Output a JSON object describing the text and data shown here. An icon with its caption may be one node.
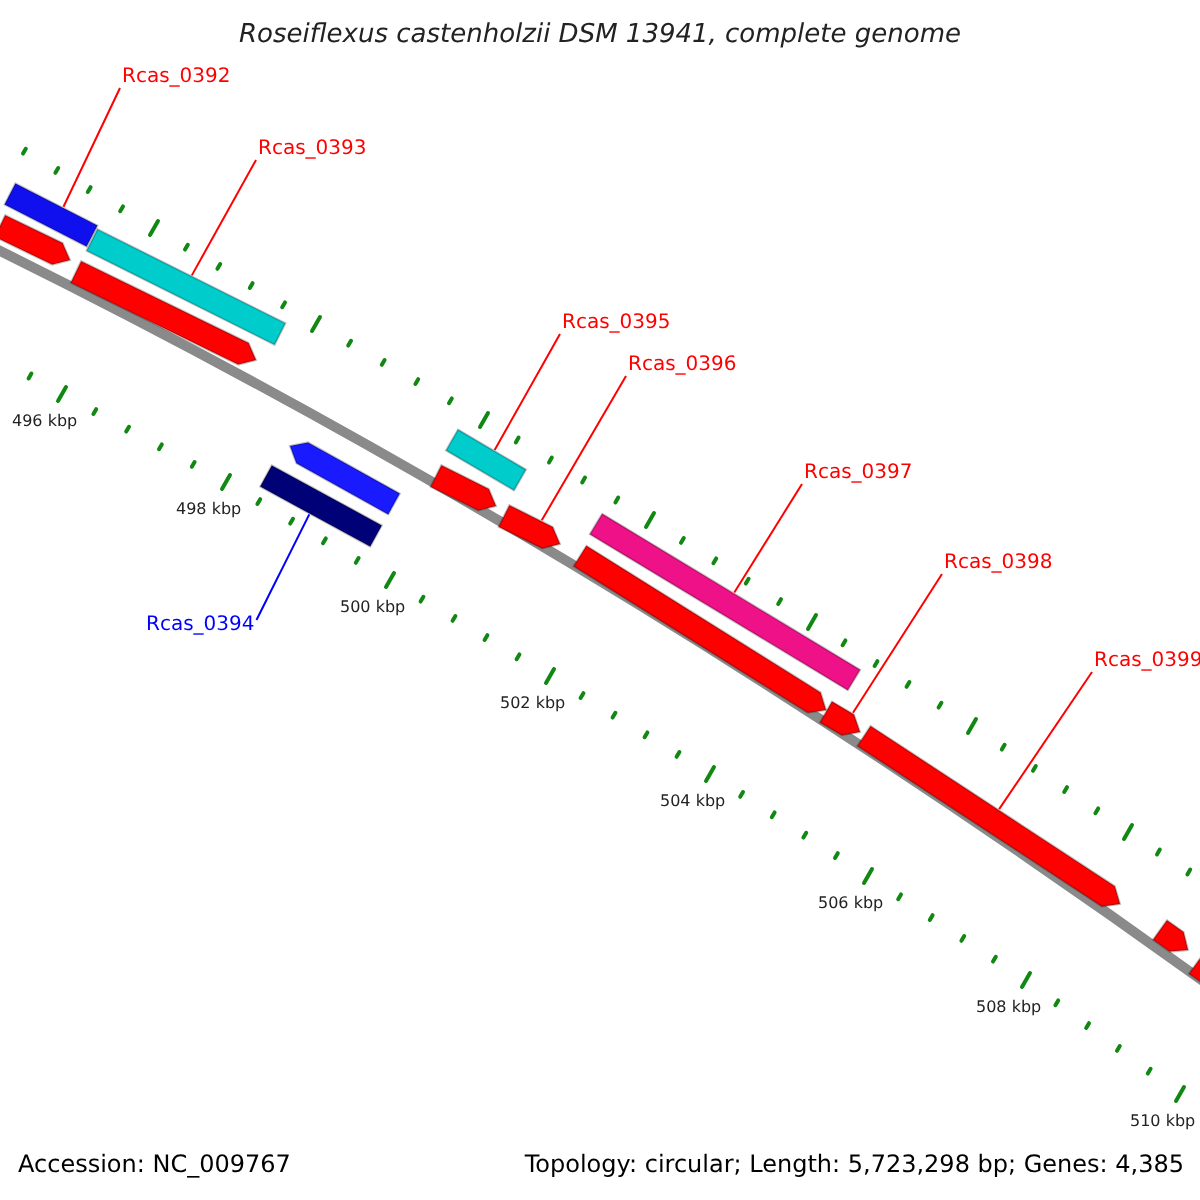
{
  "diagram": {
    "title": "Roseiflexus castenholzii DSM 13941, complete genome",
    "nodes": [
      {
        "text": [
          "Rcas_0392"
        ]
      },
      {
        "text": [
          "Rcas_0393"
        ]
      },
      {
        "text": [
          "Rcas_0395"
        ]
      },
      {
        "text": [
          "Rcas_0396"
        ]
      },
      {
        "text": [
          "Rcas_0397"
        ]
      },
      {
        "text": [
          "Rcas_0398"
        ]
      },
      {
        "text": [
          "Rcas_0394"
        ]
      },
      {
        "text": [
          "Rcas_0399"
        ]
      },
      {
        "text": [],
        "shape": "arrow"
      },
      {
        "text": [],
        "shape": "bar"
      },
      {
        "text": [],
        "shape": "arrow"
      },
      {
        "text": [],
        "shape": "bar"
      },
      {
        "text": [],
        "shape": "bar"
      },
      {
        "text": [],
        "shape": "arrow"
      },
      {
        "text": [],
        "shape": "arrow"
      },
      {
        "text": [],
        "shape": "bar"
      },
      {
        "text": [],
        "shape": "arrow"
      },
      {
        "text": [],
        "shape": "arrow"
      },
      {
        "text": [],
        "shape": "bar"
      },
      {
        "text": [],
        "shape": "arrow"
      },
      {
        "text": [],
        "shape": "arrow"
      },
      {
        "text": [],
        "shape": "arrow"
      },
      {
        "text": [],
        "shape": "arrow"
      }
    ],
    "edges": [
      {
        "from": 0,
        "to": 9,
        "arrow": "none"
      },
      {
        "from": 1,
        "to": 11,
        "arrow": "none"
      },
      {
        "from": 2,
        "to": 15,
        "arrow": "none"
      },
      {
        "from": 3,
        "to": 16,
        "arrow": "none"
      },
      {
        "from": 4,
        "to": 18,
        "arrow": "none"
      },
      {
        "from": 5,
        "to": 19,
        "arrow": "none"
      },
      {
        "from": 6,
        "to": 12,
        "arrow": "none",
        "color": "#0000ff"
      },
      {
        "from": 7,
        "to": 20,
        "arrow": "none"
      }
    ],
    "labels": [
      "496 kbp",
      "498 kbp",
      "500 kbp",
      "502 kbp",
      "504 kbp",
      "506 kbp",
      "508 kbp",
      "510 kbp",
      "Accession: NC_009767",
      "Topology: circular; Length: 5,723,298 bp; Genes: 4,385"
    ]
  }
}
